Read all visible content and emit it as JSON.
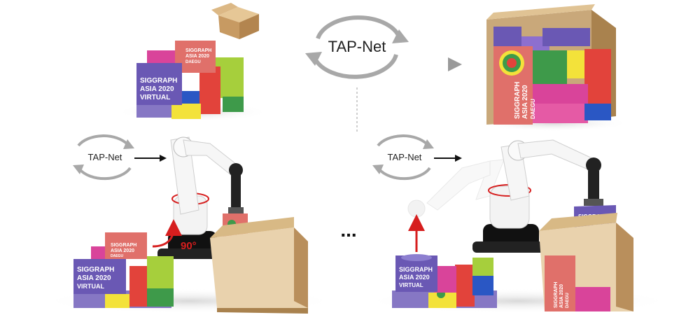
{
  "network_label": "TAP-Net",
  "branding": {
    "line1": "SIGGRAPH",
    "line2": "ASIA 2020",
    "line3": "VIRTUAL",
    "city": "DAEGU"
  },
  "rotation_label": "90°",
  "ellipsis": "...",
  "colors": {
    "purple": "#6a58b4",
    "salmon": "#e0706a",
    "green": "#3e9a4a",
    "lime": "#a6cf3c",
    "yellow": "#f3e23a",
    "magenta": "#d9449a",
    "red": "#e2433b",
    "blue": "#2a57c4",
    "cardboard": "#c9a87a",
    "arrow": "#d61e1e",
    "cycle_gray": "#9a9a9a"
  }
}
